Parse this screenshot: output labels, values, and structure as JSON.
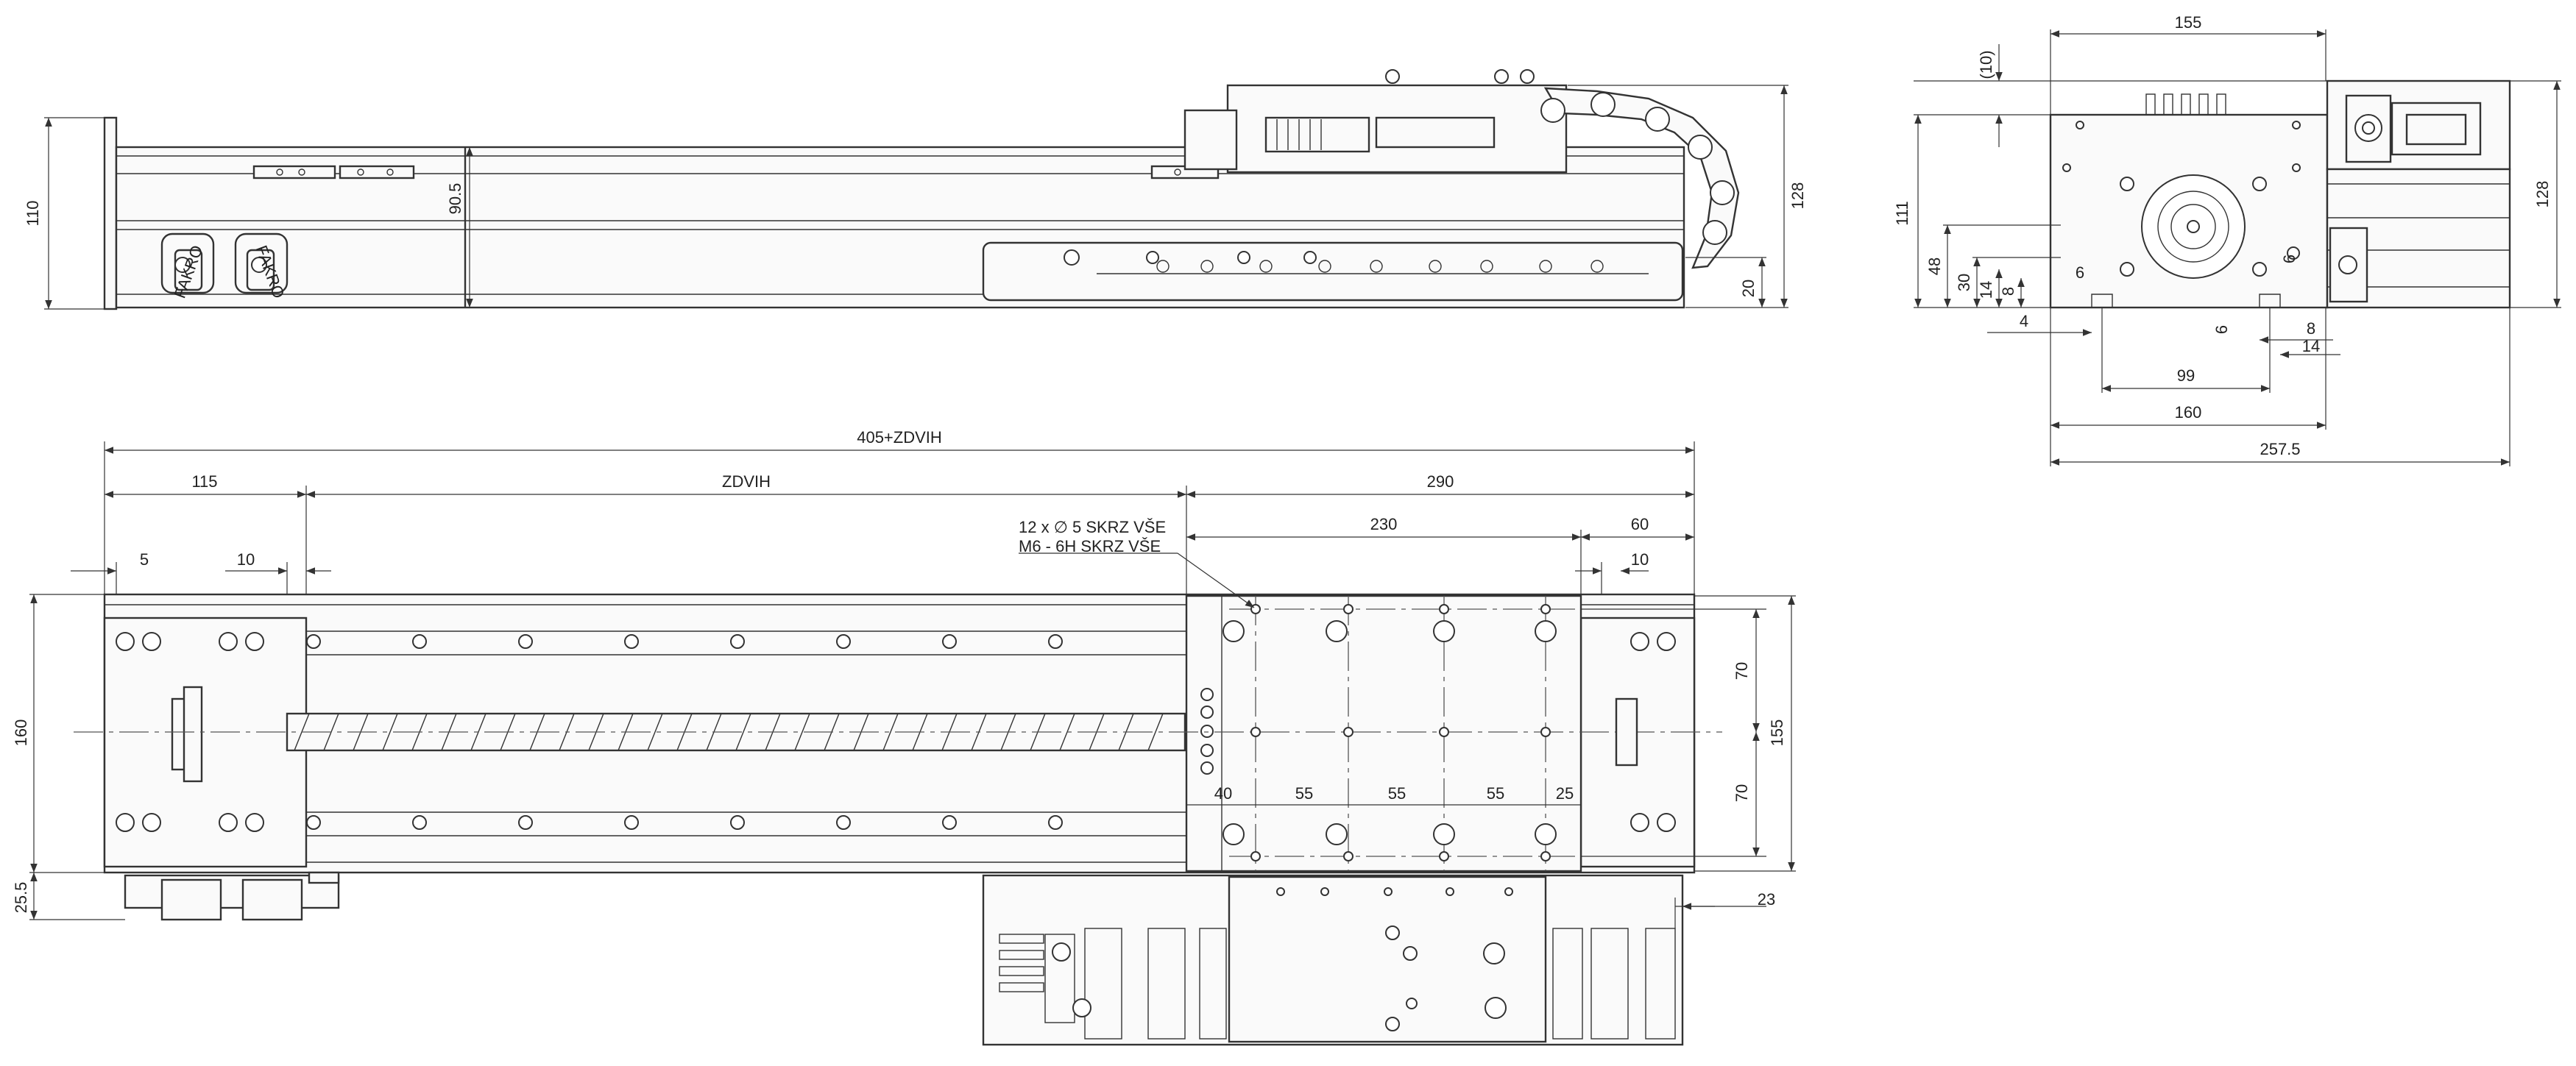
{
  "dimensions": {
    "side_110": "110",
    "side_90_5": "90.5",
    "side_128": "128",
    "side_20": "20",
    "end_155": "155",
    "end_10": "(10)",
    "end_111": "111",
    "end_128": "128",
    "end_48": "48",
    "end_30": "30",
    "end_14": "14",
    "end_8": "8",
    "end_6a": "6",
    "end_6b": "6",
    "end_6c": "6",
    "end_4": "4",
    "end_8b": "8",
    "end_14b": "14",
    "end_99": "99",
    "end_160": "160",
    "end_257_5": "257.5",
    "top_total": "405+ZDVIH",
    "top_115": "115",
    "top_zdvih": "ZDVIH",
    "top_290": "290",
    "top_230": "230",
    "top_60": "60",
    "top_5": "5",
    "top_10a": "10",
    "top_10b": "10",
    "top_70a": "70",
    "top_70b": "70",
    "top_155": "155",
    "top_160": "160",
    "top_25_5": "25.5",
    "top_23": "23",
    "top_40": "40",
    "top_55a": "55",
    "top_55b": "55",
    "top_55c": "55",
    "top_25": "25"
  },
  "notes": {
    "holes_line1": "12 x ∅ 5 SKRZ VŠE",
    "holes_line2": "M6 - 6H SKRZ VŠE"
  },
  "labels": {
    "motor_badge_1": "FAKRO",
    "motor_badge_2": "FAKRO"
  }
}
